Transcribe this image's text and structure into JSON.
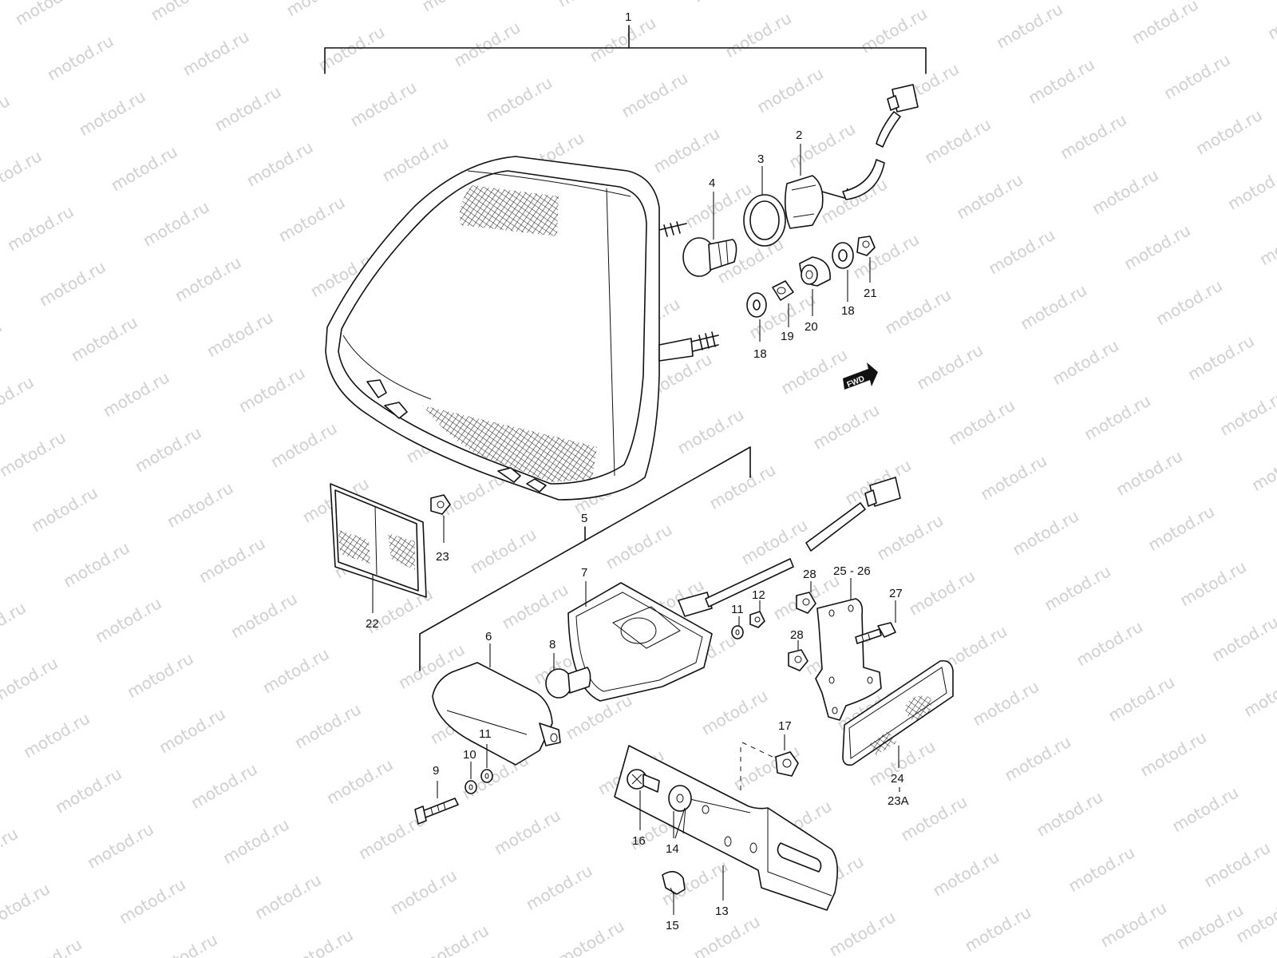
{
  "watermark": "motod.ru",
  "direction_badge": "FWD",
  "callouts": {
    "c1": "1",
    "c2": "2",
    "c3": "3",
    "c4": "4",
    "c5": "5",
    "c6": "6",
    "c7": "7",
    "c8": "8",
    "c9": "9",
    "c10": "10",
    "c11a": "11",
    "c11b": "11",
    "c12": "12",
    "c13": "13",
    "c14": "14",
    "c15": "15",
    "c16": "16",
    "c17": "17",
    "c18a": "18",
    "c18b": "18",
    "c19": "19",
    "c20": "20",
    "c21": "21",
    "c22": "22",
    "c23": "23",
    "c24": "24",
    "c23A": "23A",
    "c25_26": "25 - 26",
    "c27": "27",
    "c28a": "28",
    "c28b": "28"
  }
}
